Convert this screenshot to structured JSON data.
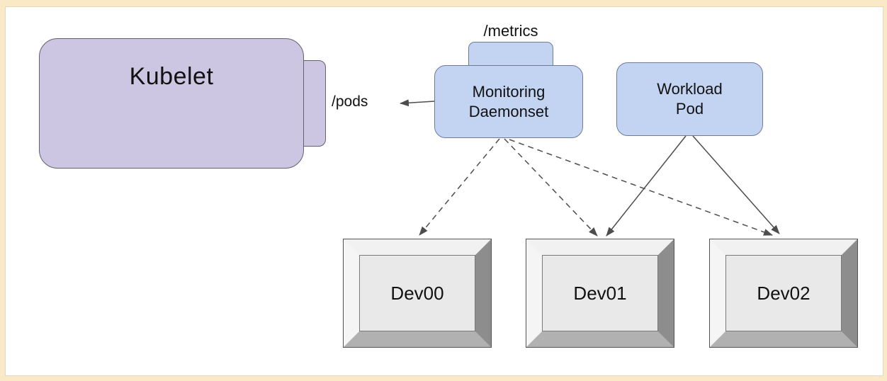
{
  "diagram": {
    "nodes": {
      "kubelet": {
        "label": "Kubelet",
        "fill": "#cdc6e2"
      },
      "monitoring_daemonset": {
        "label": "Monitoring\nDaemonset",
        "fill": "#c3d4f2"
      },
      "workload_pod": {
        "label": "Workload\nPod",
        "fill": "#c3d4f2"
      },
      "dev00": {
        "label": "Dev00"
      },
      "dev01": {
        "label": "Dev01"
      },
      "dev02": {
        "label": "Dev02"
      }
    },
    "endpoints": {
      "pods": "/pods",
      "metrics": "/metrics"
    },
    "edges": [
      {
        "from": "monitoring_daemonset",
        "to": "kubelet",
        "via": "/pods",
        "style": "solid"
      },
      {
        "from": "monitoring_daemonset",
        "to": "dev00",
        "style": "dashed"
      },
      {
        "from": "monitoring_daemonset",
        "to": "dev01",
        "style": "dashed"
      },
      {
        "from": "monitoring_daemonset",
        "to": "dev02",
        "style": "dashed"
      },
      {
        "from": "workload_pod",
        "to": "dev01",
        "style": "solid"
      },
      {
        "from": "workload_pod",
        "to": "dev02",
        "style": "solid"
      }
    ],
    "colors": {
      "page_border": "#fae9c6",
      "canvas": "#ffffff",
      "kubelet_fill": "#cdc6e2",
      "pod_fill": "#c3d4f2",
      "node_stroke": "#6f7b94",
      "arrow": "#4d4d4d",
      "device_face": "#e9e9e9",
      "device_bevel_dark": "#8d8d8d",
      "device_bevel_mid": "#b1b1b1",
      "device_bevel_light": "#f5f5f5"
    }
  }
}
